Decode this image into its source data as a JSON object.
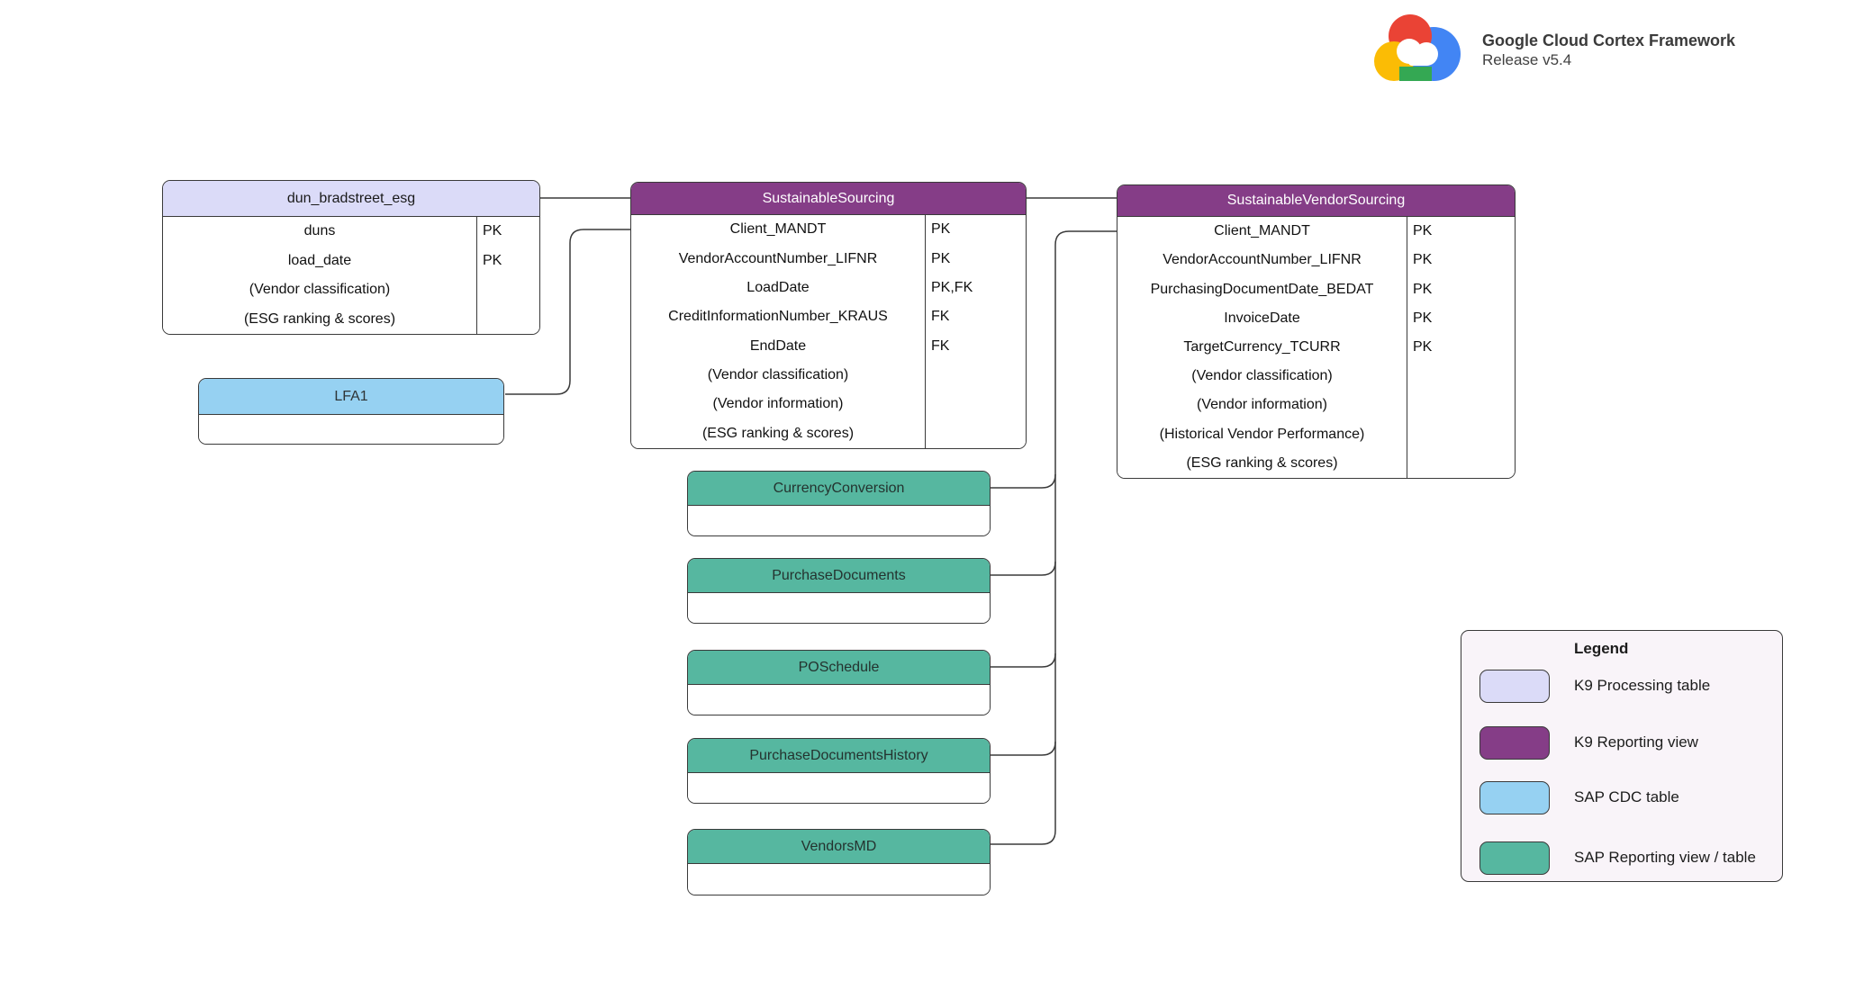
{
  "brand": {
    "title": "Google Cloud Cortex Framework",
    "subtitle": "Release v5.4",
    "logo": "google-cloud-logo"
  },
  "tables": {
    "dun_bradstreet_esg": {
      "title": "dun_bradstreet_esg",
      "type_label": "K9 Processing table",
      "rows": [
        {
          "name": "duns",
          "key": "PK"
        },
        {
          "name": "load_date",
          "key": "PK"
        },
        {
          "name": "(Vendor classification)",
          "key": ""
        },
        {
          "name": "(ESG ranking & scores)",
          "key": ""
        }
      ]
    },
    "lfa1": {
      "title": "LFA1",
      "type_label": "SAP CDC table"
    },
    "sustainable_sourcing": {
      "title": "SustainableSourcing",
      "type_label": "K9 Reporting view",
      "rows": [
        {
          "name": "Client_MANDT",
          "key": "PK"
        },
        {
          "name": "VendorAccountNumber_LIFNR",
          "key": "PK"
        },
        {
          "name": "LoadDate",
          "key": "PK,FK"
        },
        {
          "name": "CreditInformationNumber_KRAUS",
          "key": "FK"
        },
        {
          "name": "EndDate",
          "key": "FK"
        },
        {
          "name": "(Vendor classification)",
          "key": ""
        },
        {
          "name": "(Vendor information)",
          "key": ""
        },
        {
          "name": "(ESG ranking & scores)",
          "key": ""
        }
      ]
    },
    "sustainable_vendor_sourcing": {
      "title": "SustainableVendorSourcing",
      "type_label": "K9 Reporting view",
      "rows": [
        {
          "name": "Client_MANDT",
          "key": "PK"
        },
        {
          "name": "VendorAccountNumber_LIFNR",
          "key": "PK"
        },
        {
          "name": "PurchasingDocumentDate_BEDAT",
          "key": "PK"
        },
        {
          "name": "InvoiceDate",
          "key": "PK"
        },
        {
          "name": "TargetCurrency_TCURR",
          "key": "PK"
        },
        {
          "name": "(Vendor classification)",
          "key": ""
        },
        {
          "name": "(Vendor information)",
          "key": ""
        },
        {
          "name": "(Historical Vendor Performance)",
          "key": ""
        },
        {
          "name": "(ESG ranking & scores)",
          "key": ""
        }
      ]
    },
    "currency_conversion": {
      "title": "CurrencyConversion",
      "type_label": "SAP Reporting view / table"
    },
    "purchase_documents": {
      "title": "PurchaseDocuments",
      "type_label": "SAP Reporting view / table"
    },
    "po_schedule": {
      "title": "POSchedule",
      "type_label": "SAP Reporting view / table"
    },
    "purchase_documents_history": {
      "title": "PurchaseDocumentsHistory",
      "type_label": "SAP Reporting view / table"
    },
    "vendors_md": {
      "title": "VendorsMD",
      "type_label": "SAP Reporting view / table"
    }
  },
  "legend": {
    "title": "Legend",
    "items": [
      {
        "label": "K9 Processing table",
        "color": "#dbdbf8"
      },
      {
        "label": "K9 Reporting view",
        "color": "#853d87"
      },
      {
        "label": "SAP CDC table",
        "color": "#96d1f2"
      },
      {
        "label": "SAP Reporting view / table",
        "color": "#56b7a0"
      }
    ]
  },
  "colors": {
    "k9_processing": "#dbdbf8",
    "k9_reporting": "#853d87",
    "sap_cdc": "#96d1f2",
    "sap_reporting": "#56b7a0",
    "connector": "#3a3a3a"
  }
}
